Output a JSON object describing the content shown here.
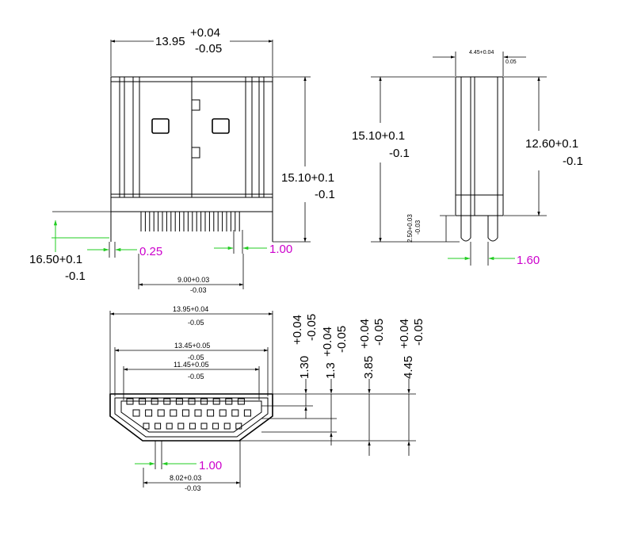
{
  "colors": {
    "line": "#000000",
    "dimension_green": "#22cc22",
    "dimension_magenta": "#cc00cc"
  },
  "front_view": {
    "width_main": "13.95",
    "width_tol_plus": "+0.04",
    "width_tol_minus": "-0.05",
    "height_main": "15.10+0.1",
    "height_tol": "-0.1",
    "overall_main": "16.50+0.1",
    "overall_tol": "-0.1",
    "pin_width": "0.25",
    "pin_pitch": "1.00",
    "pin_span_main": "9.00+0.03",
    "pin_span_tol": "-0.03"
  },
  "side_view": {
    "thickness_main": "4.45+0.04",
    "thickness_tol": "0.05",
    "height_main": "15.10+0.1",
    "height_tol": "-0.1",
    "body_main": "12.60+0.1",
    "body_tol": "-0.1",
    "pin_main": "2.50+0.03",
    "pin_tol": "-0.03",
    "pin_pitch": "1.60"
  },
  "bottom_view": {
    "w1_main": "13.95+0.04",
    "w1_tol": "-0.05",
    "w2_main": "13.45+0.05",
    "w2_tol": "-0.05",
    "w3_main": "11.45+0.05",
    "w3_tol": "-0.05",
    "h1_main": "1.30",
    "h1_plus": "+0.04",
    "h1_minus": "-0.05",
    "h2_main": "1.3",
    "h2_plus": "+0.04",
    "h2_minus": "-0.05",
    "h3_main": "3.85",
    "h3_plus": "+0.04",
    "h3_minus": "-0.05",
    "h4_main": "4.45",
    "h4_plus": "+0.04",
    "h4_minus": "-0.05",
    "pitch": "1.00",
    "span_main": "8.02+0.03",
    "span_tol": "-0.03"
  }
}
